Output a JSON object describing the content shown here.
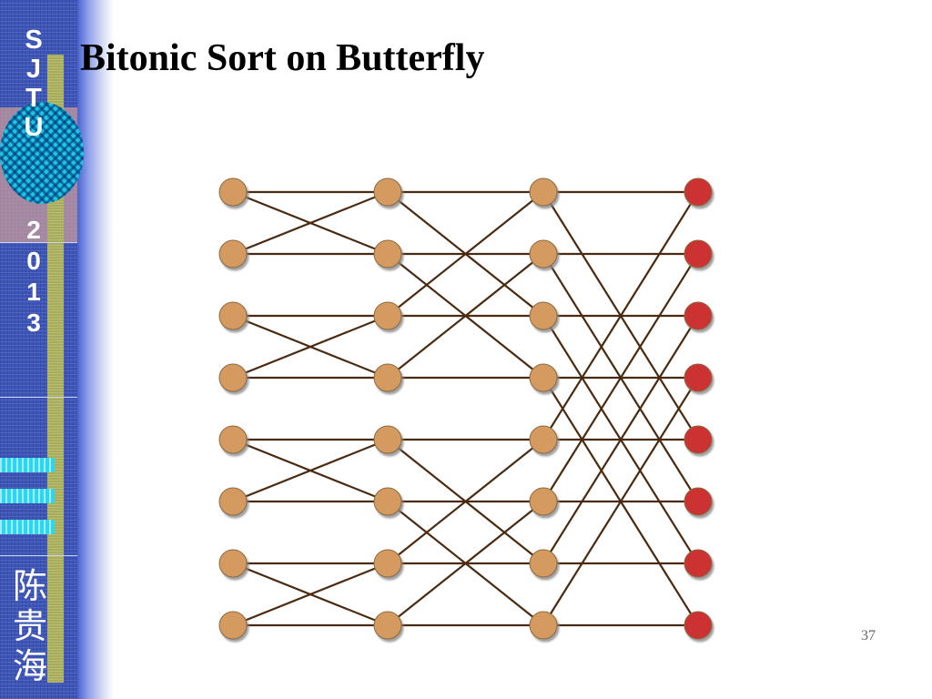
{
  "slide": {
    "title": "Bitonic Sort on Butterfly",
    "page_number": "37"
  },
  "sidebar": {
    "letters": [
      "S",
      "J",
      "T",
      "U"
    ],
    "year": [
      "2",
      "0",
      "1",
      "3"
    ],
    "author": [
      "陈",
      "贵",
      "海"
    ]
  },
  "diagram": {
    "columns": 4,
    "rows": 8,
    "colors": {
      "node": "#d49a60",
      "final_node": "#cc3333",
      "edge": "#4a2a10",
      "node_border": "#8a6a40"
    },
    "stage_strides": [
      1,
      2,
      4
    ]
  }
}
